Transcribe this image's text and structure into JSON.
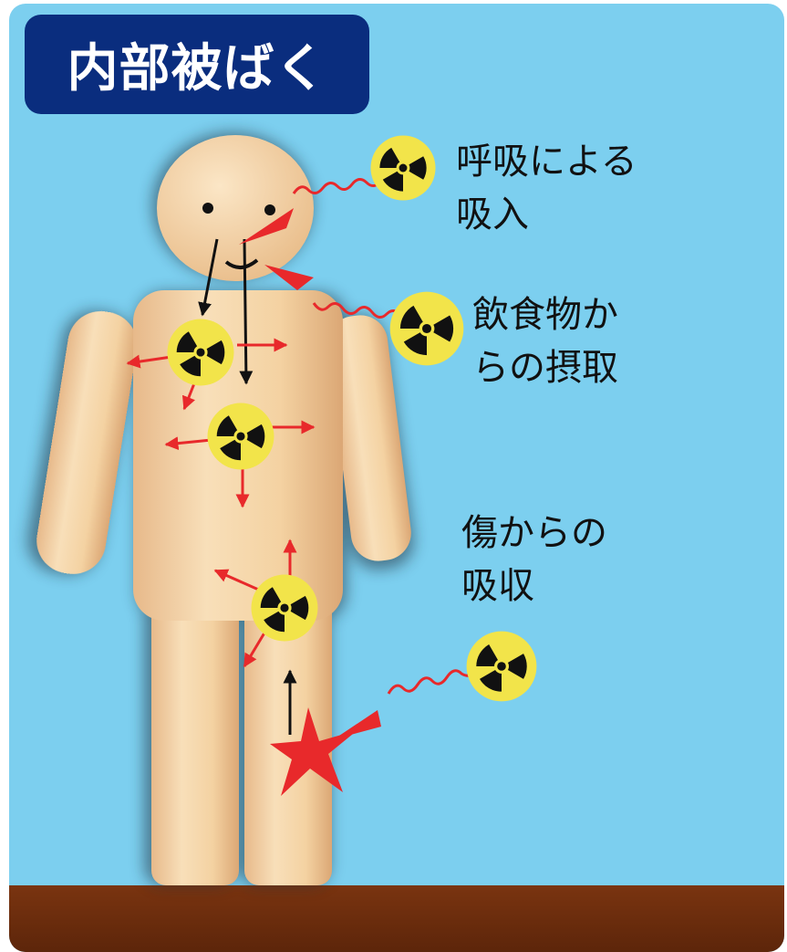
{
  "title": "内部被ばく",
  "labels": {
    "inhalation": [
      "呼吸による",
      "吸入"
    ],
    "ingestion": [
      "飲食物か",
      "らの摂取"
    ],
    "wound": [
      "傷からの",
      "吸収"
    ]
  },
  "colors": {
    "sky": "#7ccfef",
    "ground": "#6b2d0e",
    "title_badge": "#0a2d7e",
    "skin": "#f3d2a4",
    "radiation_yellow": "#f2e44a",
    "radiation_black": "#111111",
    "arrow_red": "#e8292b",
    "arrow_black": "#111111"
  },
  "icons": [
    "radiation-symbol",
    "wound-star"
  ]
}
